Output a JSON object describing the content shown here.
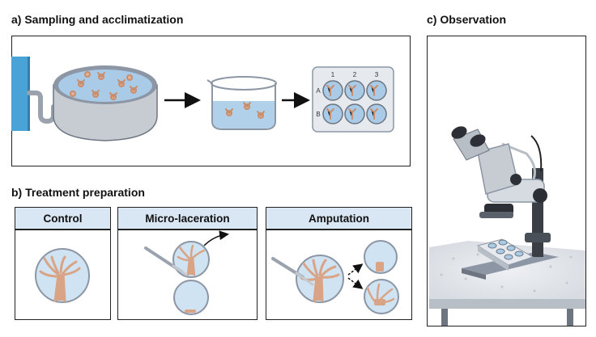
{
  "panel_a": {
    "title": "a) Sampling and acclimatization",
    "well_rows": [
      "A",
      "B"
    ],
    "well_cols": [
      "1",
      "2",
      "3"
    ]
  },
  "panel_b": {
    "title": "b) Treatment preparation",
    "columns": [
      "Control",
      "Micro-laceration",
      "Amputation"
    ]
  },
  "panel_c": {
    "title": "c) Observation"
  },
  "colors": {
    "header_fill": "#d9e6f3",
    "water": "#a9cbe8",
    "polyp": "#d9a486",
    "dish": "#8c96a4",
    "wall": "#4aa3d6"
  }
}
